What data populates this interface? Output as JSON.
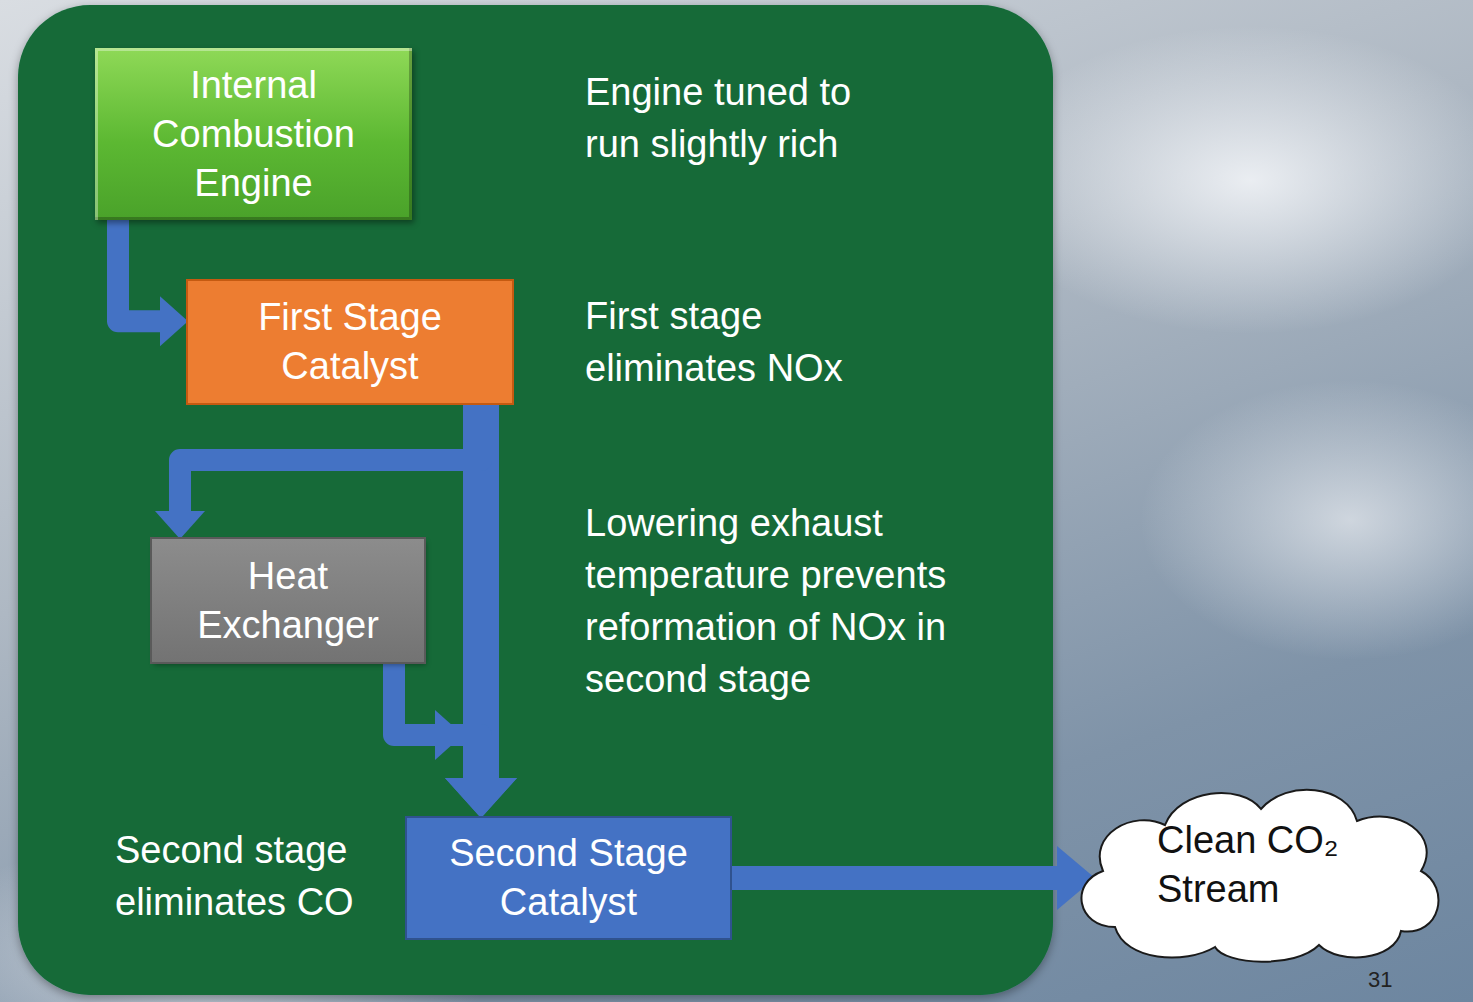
{
  "diagram": {
    "nodes": [
      {
        "text": [
          "Internal Combustion Engine"
        ]
      },
      {
        "text": [
          "First Stage Catalyst"
        ]
      },
      {
        "text": [
          "Heat Exchanger"
        ]
      },
      {
        "text": [
          "Second Stage Catalyst"
        ]
      },
      {
        "text": [
          "Clean CO₂ Stream"
        ]
      }
    ],
    "edges": [
      {
        "from": 0,
        "to": 1,
        "arrow": "to"
      },
      {
        "from": 1,
        "to": 3,
        "arrow": "to"
      },
      {
        "from": 1,
        "to": 2,
        "arrow": "to"
      },
      {
        "from": 2,
        "to": 3,
        "arrow": "to"
      },
      {
        "from": 3,
        "to": 4,
        "arrow": "to"
      }
    ],
    "labels": [
      "Engine tuned to run slightly rich",
      "First stage eliminates NOx",
      "Lowering exhaust temperature prevents reformation of NOx in second stage",
      "Second stage eliminates CO",
      "31"
    ]
  }
}
